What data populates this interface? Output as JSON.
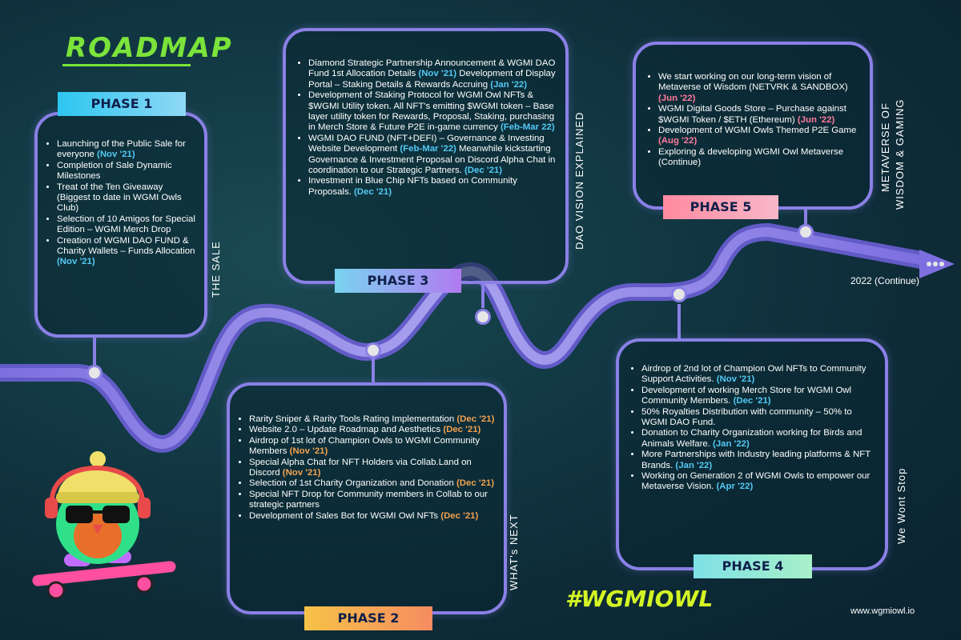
{
  "title": "ROADMAP",
  "phases": {
    "p1": {
      "label": "PHASE 1",
      "side_label": "THE SALE",
      "items": [
        {
          "text": "Launching of the Public Sale for everyone ",
          "date": "(Nov '21)"
        },
        {
          "text": "Completion of Sale Dynamic Milestones",
          "date": ""
        },
        {
          "text": "Treat of the Ten Giveaway (Biggest to date in WGMI Owls Club)",
          "date": ""
        },
        {
          "text": "Selection of 10 Amigos for Special Edition – WGMI Merch Drop",
          "date": ""
        },
        {
          "text": "Creation of WGMI DAO FUND & Charity Wallets – Funds Allocation ",
          "date": "(Nov '21)"
        }
      ]
    },
    "p2": {
      "label": "PHASE 2",
      "side_label": "WHAT's NEXT",
      "items": [
        {
          "text": "Rarity Sniper & Rarity Tools Rating Implementation ",
          "date": "(Dec '21)"
        },
        {
          "text": "Website 2.0 – Update Roadmap and Aesthetics ",
          "date": "(Dec '21)"
        },
        {
          "text": "Airdrop of 1st lot of Champion Owls to WGMI Community Members  ",
          "date": "(Nov '21)"
        },
        {
          "text": "Special Alpha Chat for NFT Holders via Collab.Land on Discord ",
          "date": "(Nov '21)"
        },
        {
          "text": "Selection of 1st Charity Organization and Donation ",
          "date": "(Dec '21)"
        },
        {
          "text": "Special NFT Drop for Community members in Collab to our strategic partners",
          "date": ""
        },
        {
          "text": "Development of Sales Bot for WGMI Owl NFTs ",
          "date": "(Dec '21)"
        }
      ]
    },
    "p3": {
      "label": "PHASE 3",
      "side_label": "DAO VISION EXPLAINED",
      "items": [
        {
          "text": "Diamond Strategic Partnership Announcement & WGMI DAO Fund 1st Allocation Details ",
          "date": "(Nov '21)",
          "text2": " Development of Display Portal – Staking Details & Rewards Accruing ",
          "date2": "(Jan '22)"
        },
        {
          "text": "Development of Staking Protocol for WGMI Owl NFTs & $WGMI Utility token. All NFT's emitting $WGMI token – Base layer utility token for Rewards, Proposal, Staking, purchasing in Merch Store & Future P2E in-game currency ",
          "date": "(Feb-Mar 22)",
          "text2": "",
          "date2": ""
        },
        {
          "text": "WGMI DAO FUND (NFT+DEFI) – Governance & Investing Website Development ",
          "date": "(Feb-Mar '22)",
          "text2": " Meanwhile kickstarting Governance & Investment Proposal on Discord Alpha Chat in coordination to our Strategic Partners. ",
          "date2": "(Dec '21)"
        },
        {
          "text": "Investment in Blue Chip NFTs based on Community Proposals. ",
          "date": "(Dec '21)",
          "text2": "",
          "date2": ""
        }
      ]
    },
    "p4": {
      "label": "PHASE 4",
      "side_label": "We Wont Stop",
      "items": [
        {
          "text": "Airdrop of 2nd lot of Champion Owl NFTs to Community Support Activities. ",
          "date": "(Nov '21)"
        },
        {
          "text": "Development of working Merch Store for WGMI Owl Community Members. ",
          "date": "(Dec '21)"
        },
        {
          "text": "50% Royalties Distribution with community – 50% to WGMI DAO Fund.",
          "date": ""
        },
        {
          "text": "Donation to Charity Organization working for Birds and Animals Welfare. ",
          "date": "(Jan '22)"
        },
        {
          "text": "More Partnerships with Industry leading platforms & NFT Brands. ",
          "date": "(Jan '22)"
        },
        {
          "text": "Working on Generation 2 of WGMI Owls to empower our Metaverse Vision. ",
          "date": "(Apr '22)"
        }
      ]
    },
    "p5": {
      "label": "PHASE 5",
      "side_label_1": "METAVERSE OF",
      "side_label_2": "WISDOM & GAMING",
      "items": [
        {
          "text": "We start working on our long-term vision of Metaverse of Wisdom (NETVRK & SANDBOX) ",
          "date": "(Jun '22)"
        },
        {
          "text": "WGMI Digital Goods Store – Purchase against $WGMI Token / $ETH (Ethereum) ",
          "date": "(Jun '22)"
        },
        {
          "text": "Development of WGMI Owls Themed P2E Game ",
          "date": "(Aug '22)"
        },
        {
          "text": "Exploring & developing WGMI Owl Metaverse (Continue)",
          "date": ""
        }
      ]
    }
  },
  "continue_label": "2022 (Continue)",
  "hashtag": "#WGMIOWL",
  "website": "www.wgmiowl.io",
  "colors": {
    "accent_green": "#7be33a",
    "card_border": "#8a80e6",
    "date_blue": "#53c9f4",
    "date_orange": "#f2a24e",
    "date_pink": "#ff7a9c",
    "hashtag_yellow": "#d4f524"
  }
}
